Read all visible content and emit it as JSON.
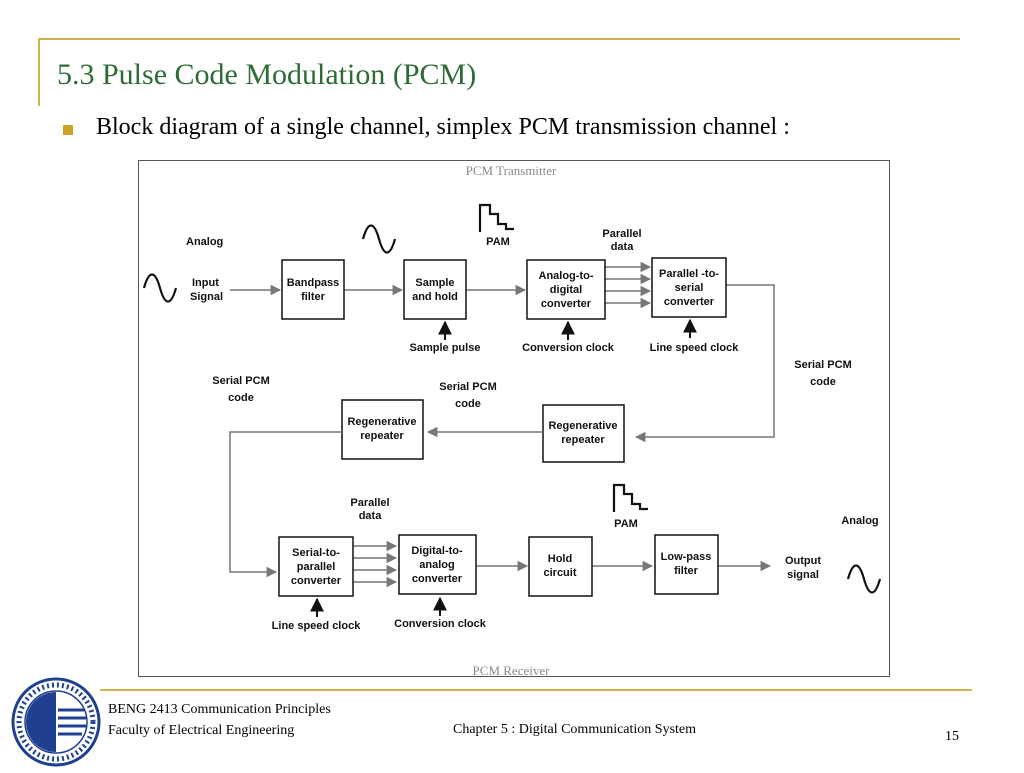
{
  "slide": {
    "title": "5.3 Pulse Code Modulation (PCM)",
    "bullet": "Block diagram of a single channel, simplex PCM transmission channel :"
  },
  "diagram": {
    "transmitter_caption": "PCM Transmitter",
    "receiver_caption": "PCM Receiver",
    "labels": {
      "analog_in": "Analog",
      "input_signal": [
        "Input",
        "Signal"
      ],
      "pam_tx": "PAM",
      "parallel_data_tx": [
        "Parallel",
        "data"
      ],
      "sample_pulse": "Sample pulse",
      "conversion_clock_tx": "Conversion clock",
      "line_speed_clock_tx": "Line speed clock",
      "serial_pcm_right": [
        "Serial PCM",
        "code"
      ],
      "serial_pcm_mid": [
        "Serial PCM",
        "code"
      ],
      "serial_pcm_left": [
        "Serial PCM",
        "code"
      ],
      "parallel_data_rx": [
        "Parallel",
        "data"
      ],
      "pam_rx": "PAM",
      "analog_out": "Analog",
      "output_signal": [
        "Output",
        "signal"
      ],
      "line_speed_clock_rx": "Line speed clock",
      "conversion_clock_rx": "Conversion clock"
    },
    "blocks": {
      "bandpass": [
        "Bandpass",
        "filter"
      ],
      "sample_hold": [
        "Sample",
        "and hold"
      ],
      "adc": [
        "Analog-to-",
        "digital",
        "converter"
      ],
      "p2s": [
        "Parallel -to-",
        "serial",
        "converter"
      ],
      "regen_right": [
        "Regenerative",
        "repeater"
      ],
      "regen_left": [
        "Regenerative",
        "repeater"
      ],
      "s2p": [
        "Serial-to-",
        "parallel",
        "converter"
      ],
      "dac": [
        "Digital-to-",
        "analog",
        "converter"
      ],
      "hold": [
        "Hold",
        "circuit"
      ],
      "lowpass": [
        "Low-pass",
        "filter"
      ]
    }
  },
  "footer": {
    "course": "BENG 2413 Communication Principles",
    "faculty": "Faculty of  Electrical Engineering",
    "chapter": "Chapter 5 : Digital Communication System",
    "page_number": "15"
  },
  "colors": {
    "title": "#2f6b35",
    "accent": "#d2b24f",
    "bullet": "#c9a227",
    "logo_blue": "#1f3f8f"
  }
}
